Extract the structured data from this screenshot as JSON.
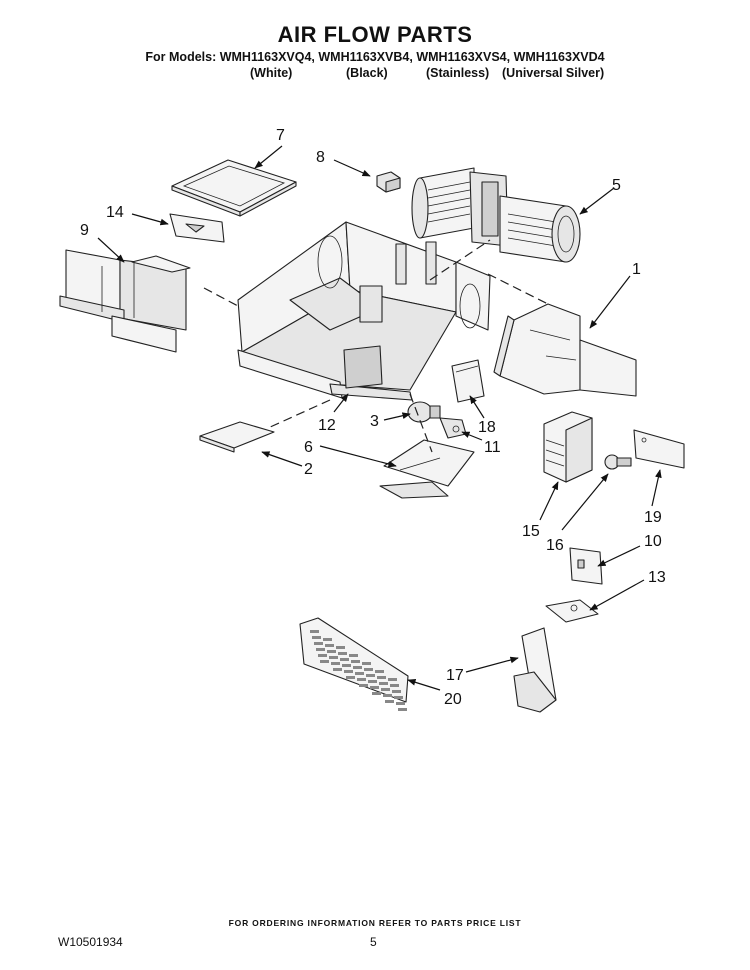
{
  "header": {
    "title": "AIR FLOW PARTS",
    "models_line": "For Models: WMH1163XVQ4, WMH1163XVB4, WMH1163XVS4, WMH1163XVD4",
    "finishes": [
      "(White)",
      "(Black)",
      "(Stainless)",
      "(Universal Silver)"
    ]
  },
  "callouts": [
    "7",
    "8",
    "5",
    "14",
    "9",
    "1",
    "12",
    "3",
    "18",
    "6",
    "11",
    "2",
    "15",
    "16",
    "19",
    "10",
    "13",
    "17",
    "20"
  ],
  "footer": {
    "ordering_info": "FOR ORDERING INFORMATION REFER TO PARTS PRICE LIST",
    "document_number": "W10501934",
    "page_number": "5"
  }
}
